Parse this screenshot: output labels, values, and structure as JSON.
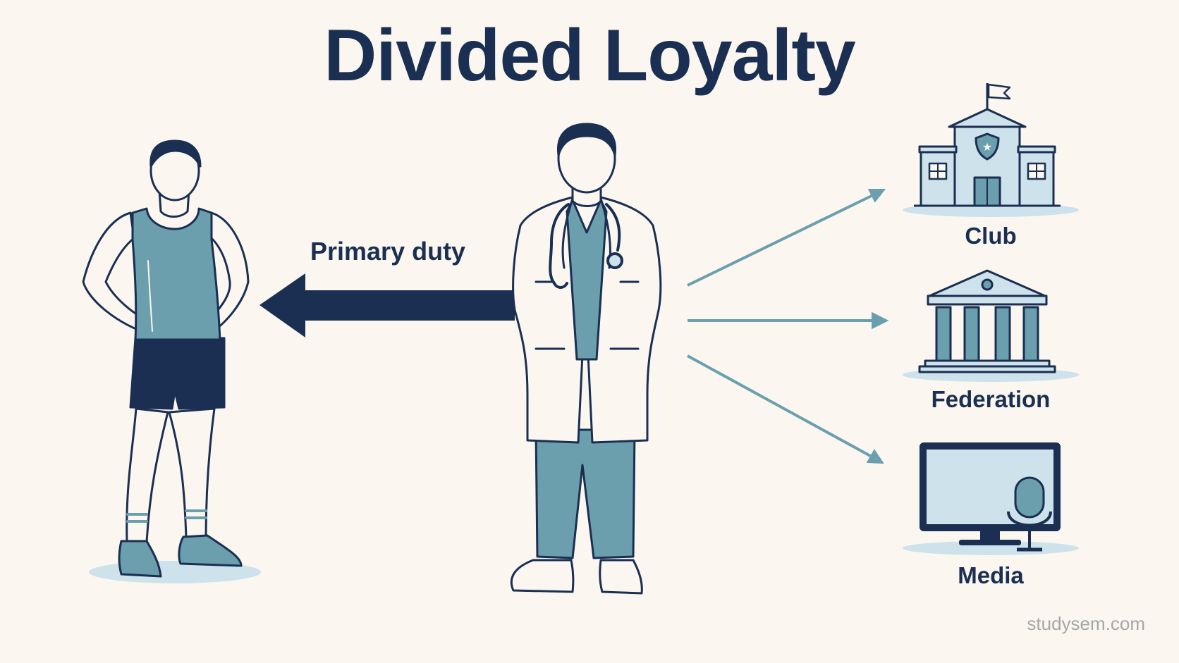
{
  "title": "Divided Loyalty",
  "primary_label": "Primary duty",
  "entities": {
    "club": "Club",
    "federation": "Federation",
    "media": "Media"
  },
  "watermark": "studysem.com",
  "colors": {
    "navy": "#1a2f52",
    "teal": "#6b9fae",
    "light_blue": "#cde2ea",
    "background": "#fbf7f0"
  },
  "icons": [
    "athlete-figure",
    "doctor-figure",
    "stethoscope-icon",
    "club-building-icon",
    "federation-building-icon",
    "media-monitor-icon",
    "microphone-icon"
  ]
}
